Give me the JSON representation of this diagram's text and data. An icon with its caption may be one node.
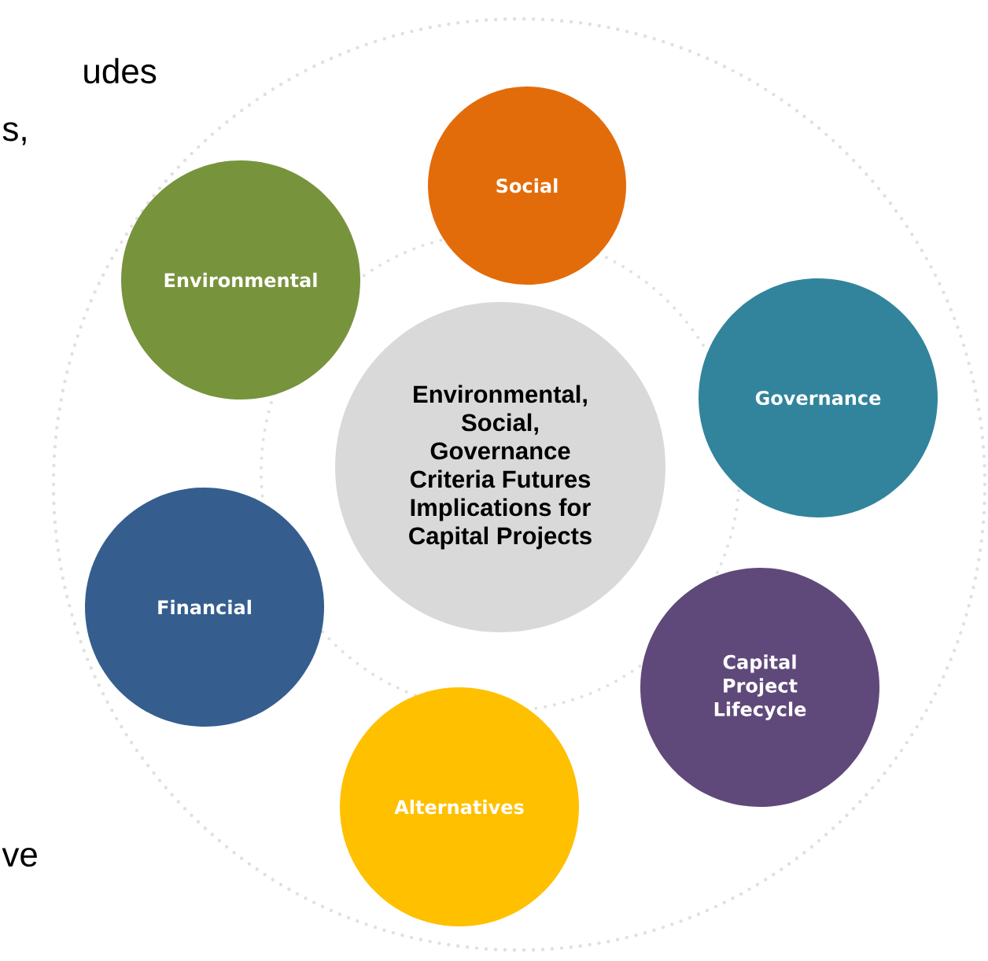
{
  "diagram": {
    "nodes": [
      {
        "text": [
          "Social"
        ]
      },
      {
        "text": [
          "Environmental"
        ]
      },
      {
        "text": [
          "Governance"
        ]
      },
      {
        "text": [
          "Environmental, Social, Governance Criteria Futures Implications for Capital Projects"
        ]
      },
      {
        "text": [
          "Financial"
        ]
      },
      {
        "text": [
          "Capital Project Lifecycle"
        ]
      },
      {
        "text": [
          "Alternatives"
        ]
      }
    ],
    "labels": [
      "udes",
      "s,",
      "ve"
    ]
  }
}
